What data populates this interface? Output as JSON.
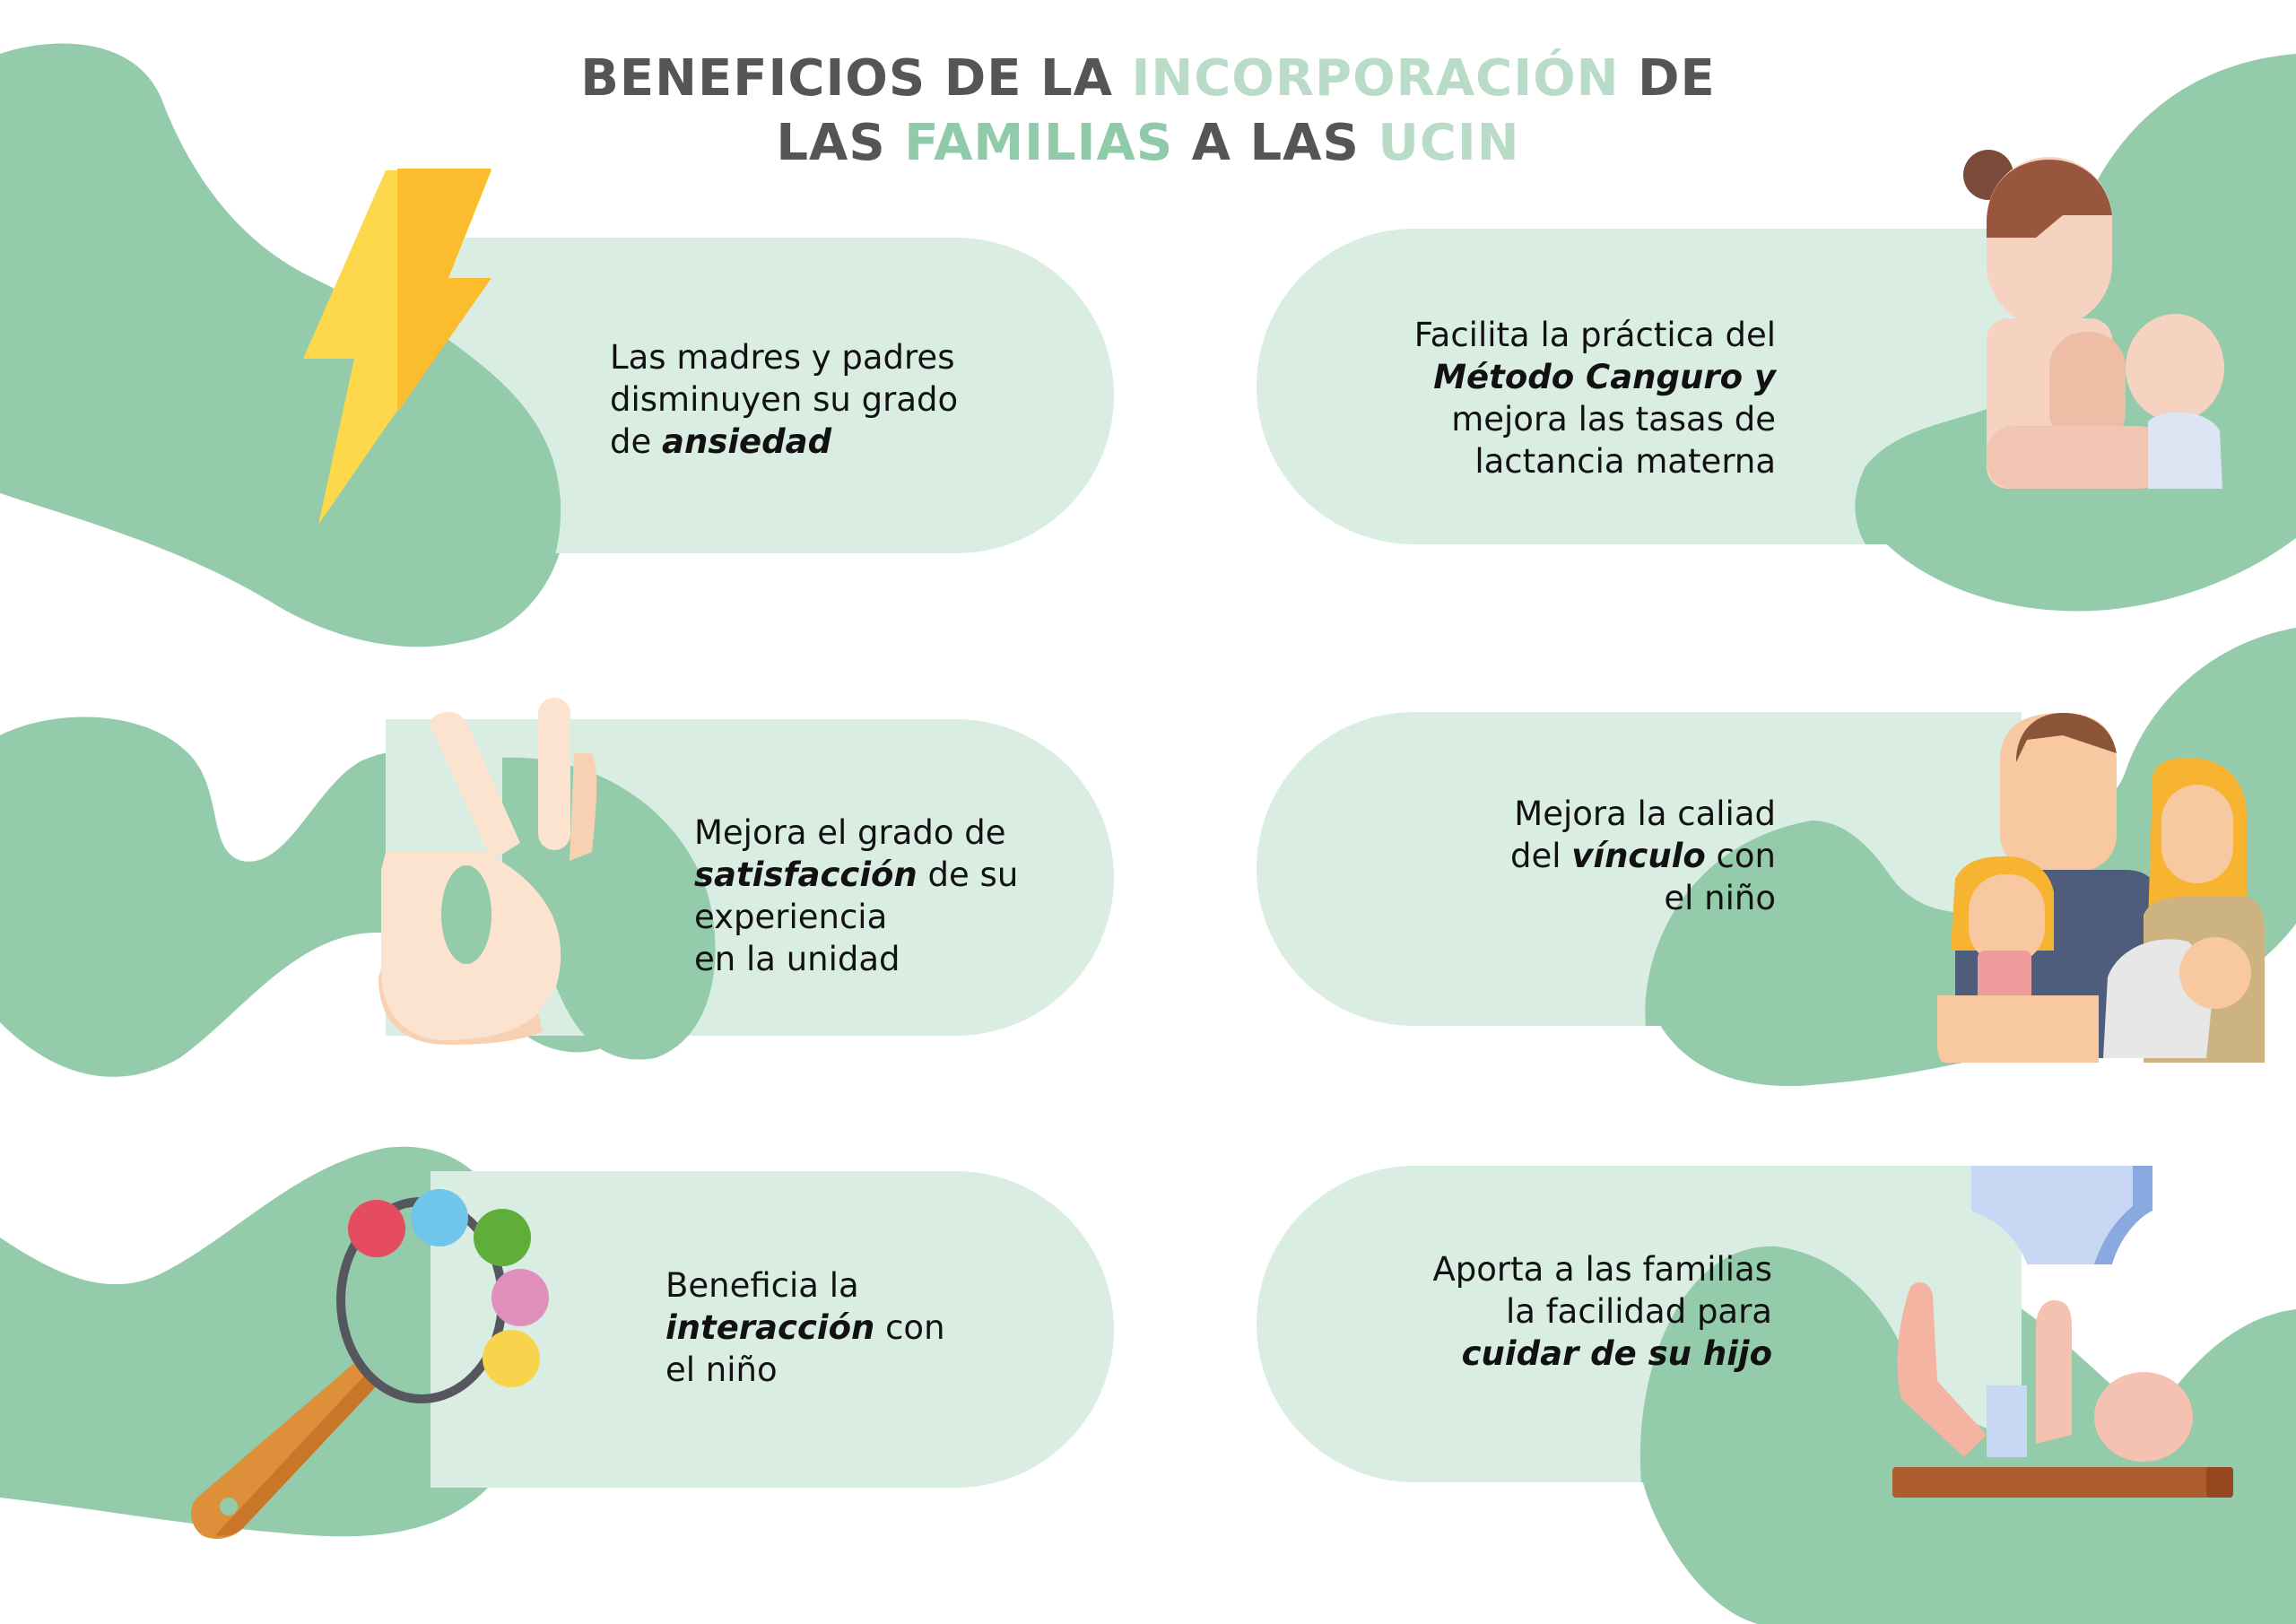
{
  "title": {
    "line1": [
      {
        "text": "BENEFICIOS DE LA ",
        "color": "#555555"
      },
      {
        "text": "INCORPORACIÓN",
        "color": "#b9dcc8"
      },
      {
        "text": " DE",
        "color": "#555555"
      }
    ],
    "line2": [
      {
        "text": "LAS ",
        "color": "#555555"
      },
      {
        "text": "FAMILIAS",
        "color": "#8fcaa9"
      },
      {
        "text": " A LAS ",
        "color": "#555555"
      },
      {
        "text": "UCIN",
        "color": "#b9dcc8"
      }
    ]
  },
  "colors": {
    "blob": "#94cbab",
    "pill": "#d9ede2",
    "heading_dark": "#555555",
    "heading_light": "#b9dcc8",
    "heading_mid": "#8fcaa9",
    "text": "#111111"
  },
  "benefits": [
    {
      "icon": "lightning-bolt-icon",
      "lines": [
        [
          {
            "t": "Las madres y padres"
          }
        ],
        [
          {
            "t": "disminuyen su grado"
          }
        ],
        [
          {
            "t": "de "
          },
          {
            "t": "ansiedad",
            "em": true
          }
        ]
      ]
    },
    {
      "icon": "mother-breastfeeding-icon",
      "lines": [
        [
          {
            "t": "Facilita la práctica del"
          }
        ],
        [
          {
            "t": "Método Canguro y",
            "em": true
          }
        ],
        [
          {
            "t": "mejora las tasas de"
          }
        ],
        [
          {
            "t": "lactancia materna"
          }
        ]
      ]
    },
    {
      "icon": "ok-hand-icon",
      "lines": [
        [
          {
            "t": "Mejora el grado de"
          }
        ],
        [
          {
            "t": "satisfacción",
            "em": true
          },
          {
            "t": " de su"
          }
        ],
        [
          {
            "t": "experiencia"
          }
        ],
        [
          {
            "t": "en la unidad"
          }
        ]
      ]
    },
    {
      "icon": "family-icon",
      "lines": [
        [
          {
            "t": "Mejora la caliad"
          }
        ],
        [
          {
            "t": "del "
          },
          {
            "t": "vínculo",
            "em": true
          },
          {
            "t": " con"
          }
        ],
        [
          {
            "t": "el niño"
          }
        ]
      ]
    },
    {
      "icon": "baby-rattle-icon",
      "lines": [
        [
          {
            "t": "Beneficia la"
          }
        ],
        [
          {
            "t": "interacción",
            "em": true
          },
          {
            "t": " con"
          }
        ],
        [
          {
            "t": "el niño"
          }
        ]
      ]
    },
    {
      "icon": "diaper-change-icon",
      "lines": [
        [
          {
            "t": "Aporta a las familias"
          }
        ],
        [
          {
            "t": "la facilidad para"
          }
        ],
        [
          {
            "t": "cuidar de su hijo",
            "em": true
          }
        ]
      ]
    }
  ]
}
